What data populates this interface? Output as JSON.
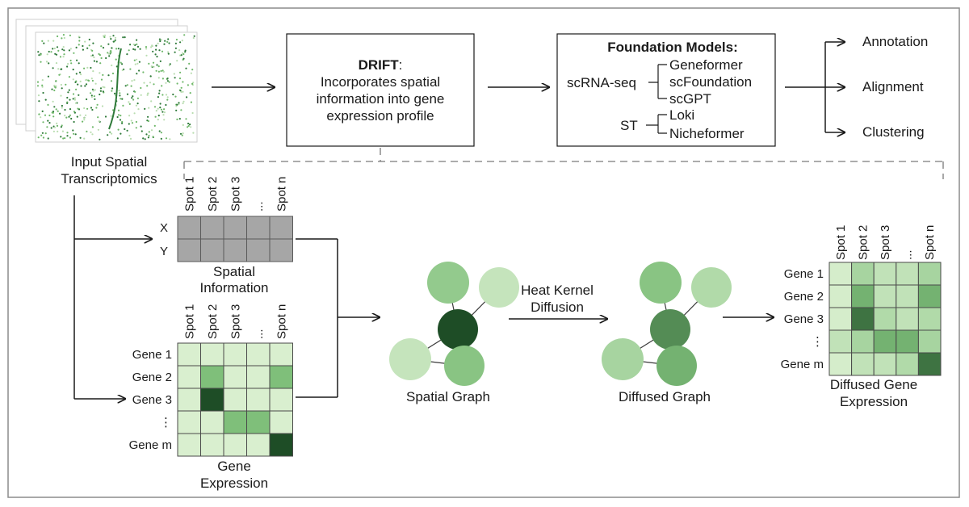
{
  "input_label": [
    "Input Spatial",
    "Transcriptomics"
  ],
  "drift_box": {
    "title": "DRIFT",
    "title_suffix": ":",
    "lines": [
      "Incorporates spatial",
      "information into gene",
      "expression profile"
    ]
  },
  "foundation": {
    "title": "Foundation Models:",
    "scrna_label": "scRNA-seq",
    "scrna_models": [
      "Geneformer",
      "scFoundation",
      "scGPT"
    ],
    "st_label": "ST",
    "st_models": [
      "Loki",
      "Nicheformer"
    ]
  },
  "outputs": [
    "Annotation",
    "Alignment",
    "Clustering"
  ],
  "spots": [
    "Spot 1",
    "Spot 2",
    "Spot 3",
    "...",
    "Spot n"
  ],
  "genes": [
    "Gene 1",
    "Gene 2",
    "Gene 3",
    "⋮",
    "Gene m"
  ],
  "coord_rows": [
    "X",
    "Y"
  ],
  "spatial_info_label": [
    "Spatial",
    "Information"
  ],
  "gene_expression_label": [
    "Gene",
    "Expression"
  ],
  "spatial_graph_label": "Spatial Graph",
  "diffusion_label": [
    "Heat Kernel",
    "Diffusion"
  ],
  "diffused_graph_label": "Diffused Graph",
  "diffused_expression_label": [
    "Diffused Gene",
    "Expression"
  ],
  "colors": {
    "border": "#8c8c8c",
    "grid_gray": "#a6a6a6",
    "light_green": "#d9efcf",
    "mid_green": "#7fbf7a",
    "dark_green": "#1e4d26"
  },
  "gene_matrix": [
    [
      0.1,
      0.1,
      0.1,
      0.1,
      0.1
    ],
    [
      0.1,
      0.55,
      0.1,
      0.1,
      0.55
    ],
    [
      0.1,
      1.0,
      0.1,
      0.1,
      0.1
    ],
    [
      0.1,
      0.1,
      0.55,
      0.55,
      0.1
    ],
    [
      0.1,
      0.1,
      0.1,
      0.1,
      1.0
    ]
  ],
  "diffused_matrix": [
    [
      0.12,
      0.35,
      0.22,
      0.22,
      0.35
    ],
    [
      0.12,
      0.6,
      0.22,
      0.22,
      0.6
    ],
    [
      0.12,
      0.85,
      0.3,
      0.22,
      0.3
    ],
    [
      0.22,
      0.35,
      0.6,
      0.6,
      0.35
    ],
    [
      0.12,
      0.22,
      0.22,
      0.3,
      0.85
    ]
  ],
  "spatial_graph_nodes": [
    0.45,
    0.2,
    1.0,
    0.2,
    0.5
  ],
  "diffused_graph_nodes": [
    0.5,
    0.3,
    0.75,
    0.35,
    0.6
  ]
}
